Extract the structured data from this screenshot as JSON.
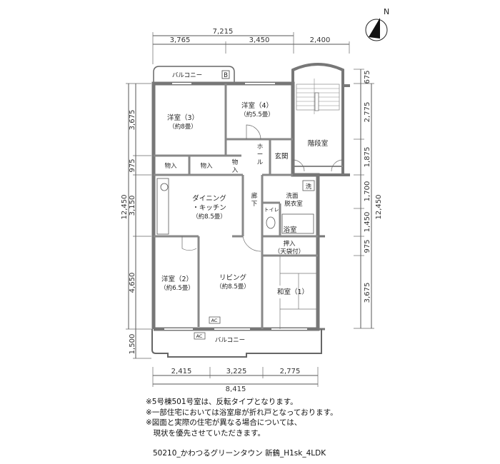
{
  "dimensions": {
    "top_total": "7,215",
    "top": [
      "3,765",
      "3,450",
      "2,400"
    ],
    "left_total": "12,450",
    "left": [
      "3,675",
      "975",
      "3,150",
      "4,650",
      "1,500"
    ],
    "right_total": "12,450",
    "right": [
      "675",
      "2,775",
      "1,875",
      "1,700",
      "1,450",
      "975",
      "3,675"
    ],
    "bottom_total": "8,415",
    "bottom": [
      "2,415",
      "3,225",
      "2,775"
    ]
  },
  "compass": "N",
  "rooms": {
    "balcony_top": "バルコニー",
    "balcony_top_badge": "B",
    "western3": "洋室（3）",
    "western3_size": "（約8畳）",
    "western4": "洋室（4）",
    "western4_size": "（約5.5畳）",
    "storage1": "物入",
    "storage2": "物入",
    "storage3_a": "物",
    "storage3_b": "入",
    "hall_a": "ホ",
    "hall_b": "ー",
    "hall_c": "ル",
    "entrance": "玄関",
    "stairwell": "階段室",
    "dining": "ダイニング",
    "kitchen": "・キッチン",
    "dining_size": "（約8.5畳）",
    "corridor_a": "廊",
    "corridor_b": "下",
    "washroom_a": "洗面",
    "washroom_b": "脱衣室",
    "washer": "洗",
    "toilet": "トイレ",
    "bath": "浴室",
    "closet": "押入",
    "closet_note": "（天袋付）",
    "western2": "洋室（2）",
    "western2_size": "（約6.5畳）",
    "living": "リビング",
    "living_size": "（約8.5畳）",
    "japanese1": "和室（1）",
    "ac_indoor": "AC",
    "ac_outdoor": "AC",
    "balcony_bottom": "バルコニー"
  },
  "notes": [
    "※5号棟501号室は、反転タイプとなります。",
    "※一部住宅においては浴室扉が折れ戸となっております。",
    "※図面と実際の住宅が異なる場合については、",
    "　現状を優先させていただきます。"
  ],
  "footer": "50210_かわつるグリーンタウン 新鶴_H1sk_4LDK"
}
